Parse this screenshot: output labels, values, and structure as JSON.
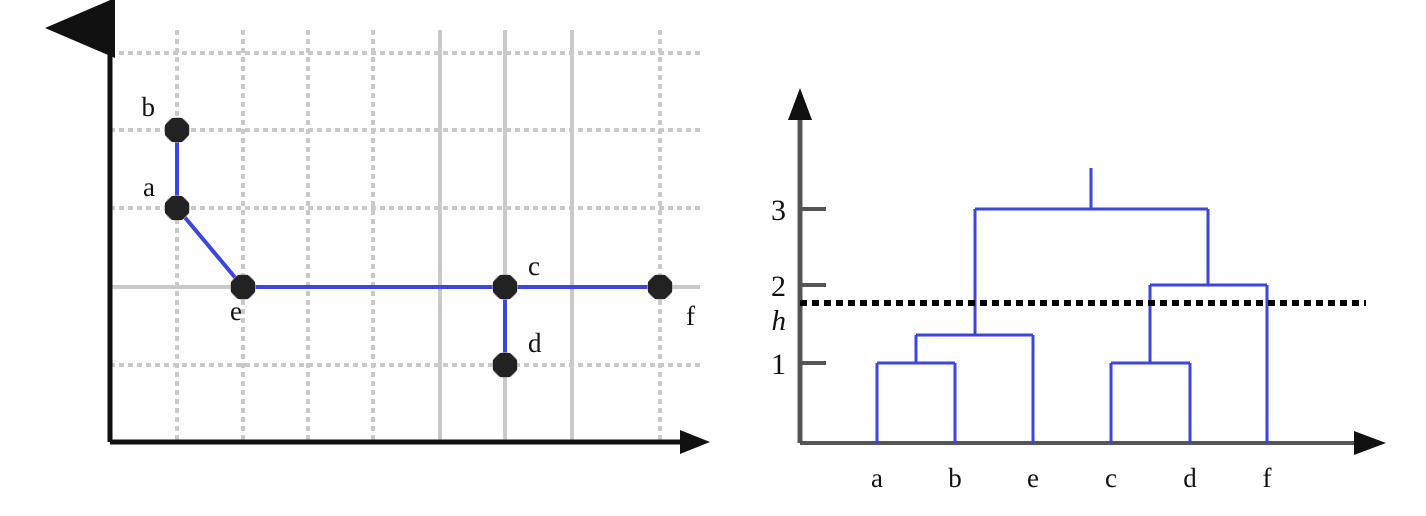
{
  "figure": {
    "title": "",
    "panels": [
      "scatter-grid",
      "dendrogram"
    ]
  },
  "colors": {
    "link": "#3b46e0",
    "marker_fill": "#222222",
    "marker_halo": "#9a9a9a",
    "grid": "#c8c8c8",
    "axis": "#1a1a1a",
    "cut_line": "#000000",
    "background": "#ffffff"
  },
  "chart_data": {
    "type": "diagram",
    "subplots": [
      {
        "id": "scatter-grid",
        "type": "scatter",
        "title": "",
        "xlabel": "",
        "ylabel": "",
        "grid": true,
        "points": [
          {
            "name": "a",
            "x": 1,
            "y": 4,
            "label": "a",
            "label_pos": "left"
          },
          {
            "name": "b",
            "x": 1,
            "y": 5,
            "label": "b",
            "label_pos": "upper-left"
          },
          {
            "name": "e",
            "x": 2,
            "y": 3,
            "label": "e",
            "label_pos": "below-left"
          },
          {
            "name": "c",
            "x": 6,
            "y": 3,
            "label": "c",
            "label_pos": "upper-right"
          },
          {
            "name": "d",
            "x": 6,
            "y": 2,
            "label": "d",
            "label_pos": "right"
          },
          {
            "name": "f",
            "x": 8.4,
            "y": 3,
            "label": "f",
            "label_pos": "lower-right"
          }
        ],
        "edges": [
          {
            "from": "b",
            "to": "a"
          },
          {
            "from": "a",
            "to": "e"
          },
          {
            "from": "e",
            "to": "c"
          },
          {
            "from": "c",
            "to": "d"
          },
          {
            "from": "c",
            "to": "f"
          }
        ]
      },
      {
        "id": "dendrogram",
        "type": "dendrogram",
        "title": "",
        "xlabel": "",
        "ylabel": "",
        "y_ticks": [
          {
            "label": "1",
            "value": 1
          },
          {
            "label": "2",
            "value": 2
          },
          {
            "label": "3",
            "value": 3
          }
        ],
        "cut_line": {
          "label": "h",
          "value": 1.77,
          "style": "dotted"
        },
        "leaves": [
          "a",
          "b",
          "e",
          "c",
          "d",
          "f"
        ],
        "merges": [
          {
            "members": [
              "a",
              "b"
            ],
            "height": 1
          },
          {
            "members": [
              "c",
              "d"
            ],
            "height": 1
          },
          {
            "members": [
              "a",
              "b",
              "e"
            ],
            "height": 1.4
          },
          {
            "members": [
              "c",
              "d",
              "f"
            ],
            "height": 2
          },
          {
            "members": [
              "a",
              "b",
              "e",
              "c",
              "d",
              "f"
            ],
            "height": 3
          }
        ]
      }
    ]
  },
  "scatter": {
    "labels": {
      "a": "a",
      "b": "b",
      "c": "c",
      "d": "d",
      "e": "e",
      "f": "f"
    }
  },
  "dendrogram": {
    "y_axis": {
      "tick3": "3",
      "tick2": "2",
      "tick1": "1",
      "cut_label": "h"
    },
    "leaf_labels": {
      "a": "a",
      "b": "b",
      "e": "e",
      "c": "c",
      "d": "d",
      "f": "f"
    }
  }
}
